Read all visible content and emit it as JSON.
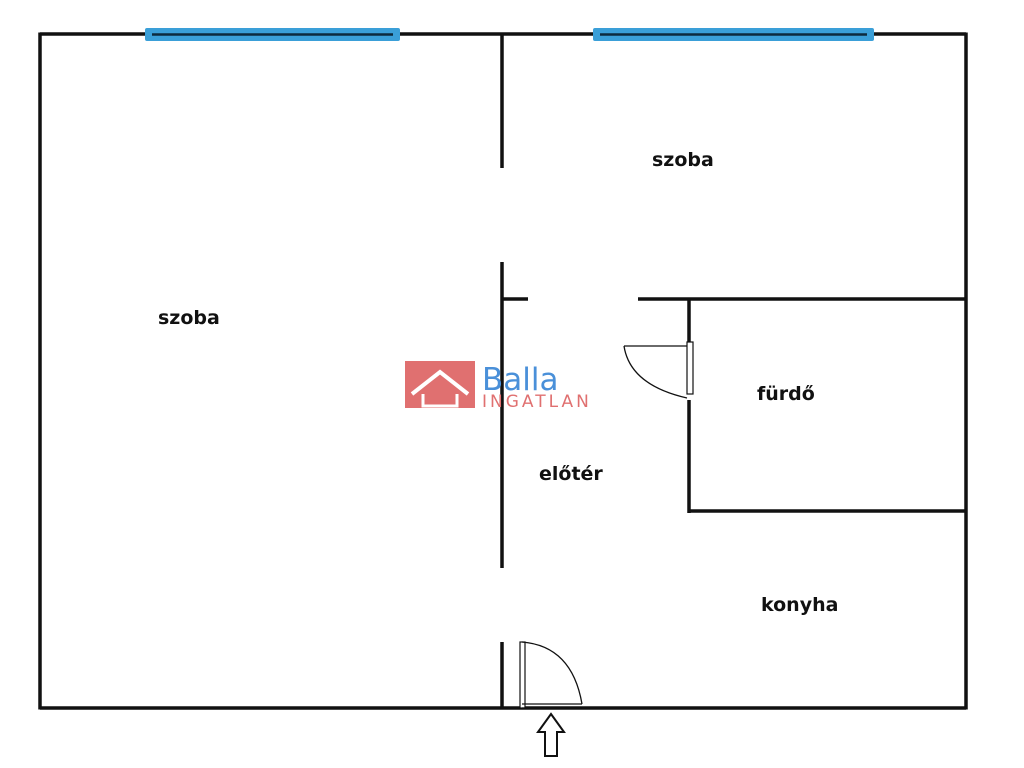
{
  "rooms": {
    "szoba_left": "szoba",
    "szoba_top_right": "szoba",
    "furdo": "fürdő",
    "eloter": "előtér",
    "konyha": "konyha"
  },
  "watermark": {
    "name": "Balla",
    "subtitle": "INGATLAN"
  },
  "colors": {
    "wall": "#111111",
    "window": "#3a9fd8",
    "logo_red": "#e07070",
    "logo_blue": "#4a90d9"
  },
  "icons": {
    "entrance": "arrow-up-icon",
    "logo": "house-icon"
  }
}
